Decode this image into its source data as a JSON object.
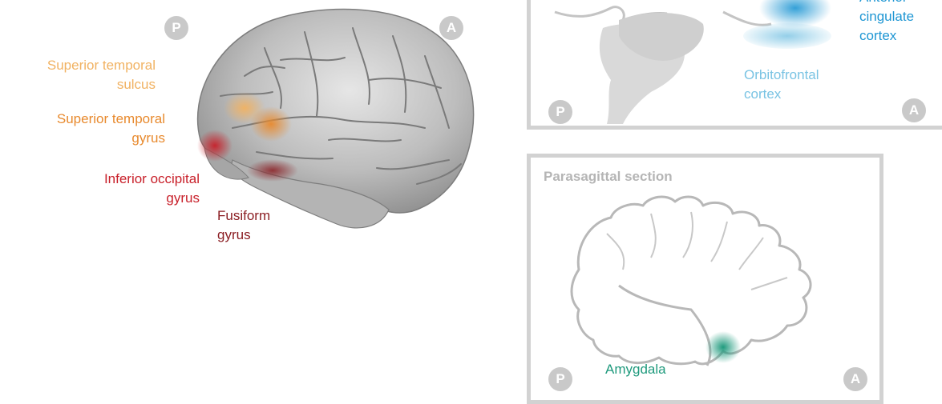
{
  "colors": {
    "superior_temporal_sulcus": "#f1b262",
    "superior_temporal_gyrus": "#e88a2e",
    "inferior_occipital_gyrus": "#c8202a",
    "fusiform_gyrus": "#8b1e23",
    "anterior_cingulate": "#1e96d3",
    "orbitofrontal": "#79c3e3",
    "amygdala": "#1f9a7d",
    "badge": "#c9c9c9",
    "panel_border": "#d2d2d2",
    "panel_title": "#b5b5b5"
  },
  "lateral_view": {
    "posterior_badge": "P",
    "anterior_badge": "A",
    "labels": {
      "sts_line1": "Superior temporal",
      "sts_line2": "sulcus",
      "stg_line1": "Superior temporal",
      "stg_line2": "gyrus",
      "iog_line1": "Inferior occipital",
      "iog_line2": "gyrus",
      "fg_line1": "Fusiform",
      "fg_line2": "gyrus"
    }
  },
  "medial_panel": {
    "posterior_badge": "P",
    "anterior_badge": "A",
    "labels": {
      "acc_line1": "Anterior",
      "acc_line2": "cingulate",
      "acc_line3": "cortex",
      "ofc_line1": "Orbitofrontal",
      "ofc_line2": "cortex"
    }
  },
  "parasagittal_panel": {
    "title": "Parasagittal section",
    "posterior_badge": "P",
    "anterior_badge": "A",
    "amygdala_label": "Amygdala"
  }
}
